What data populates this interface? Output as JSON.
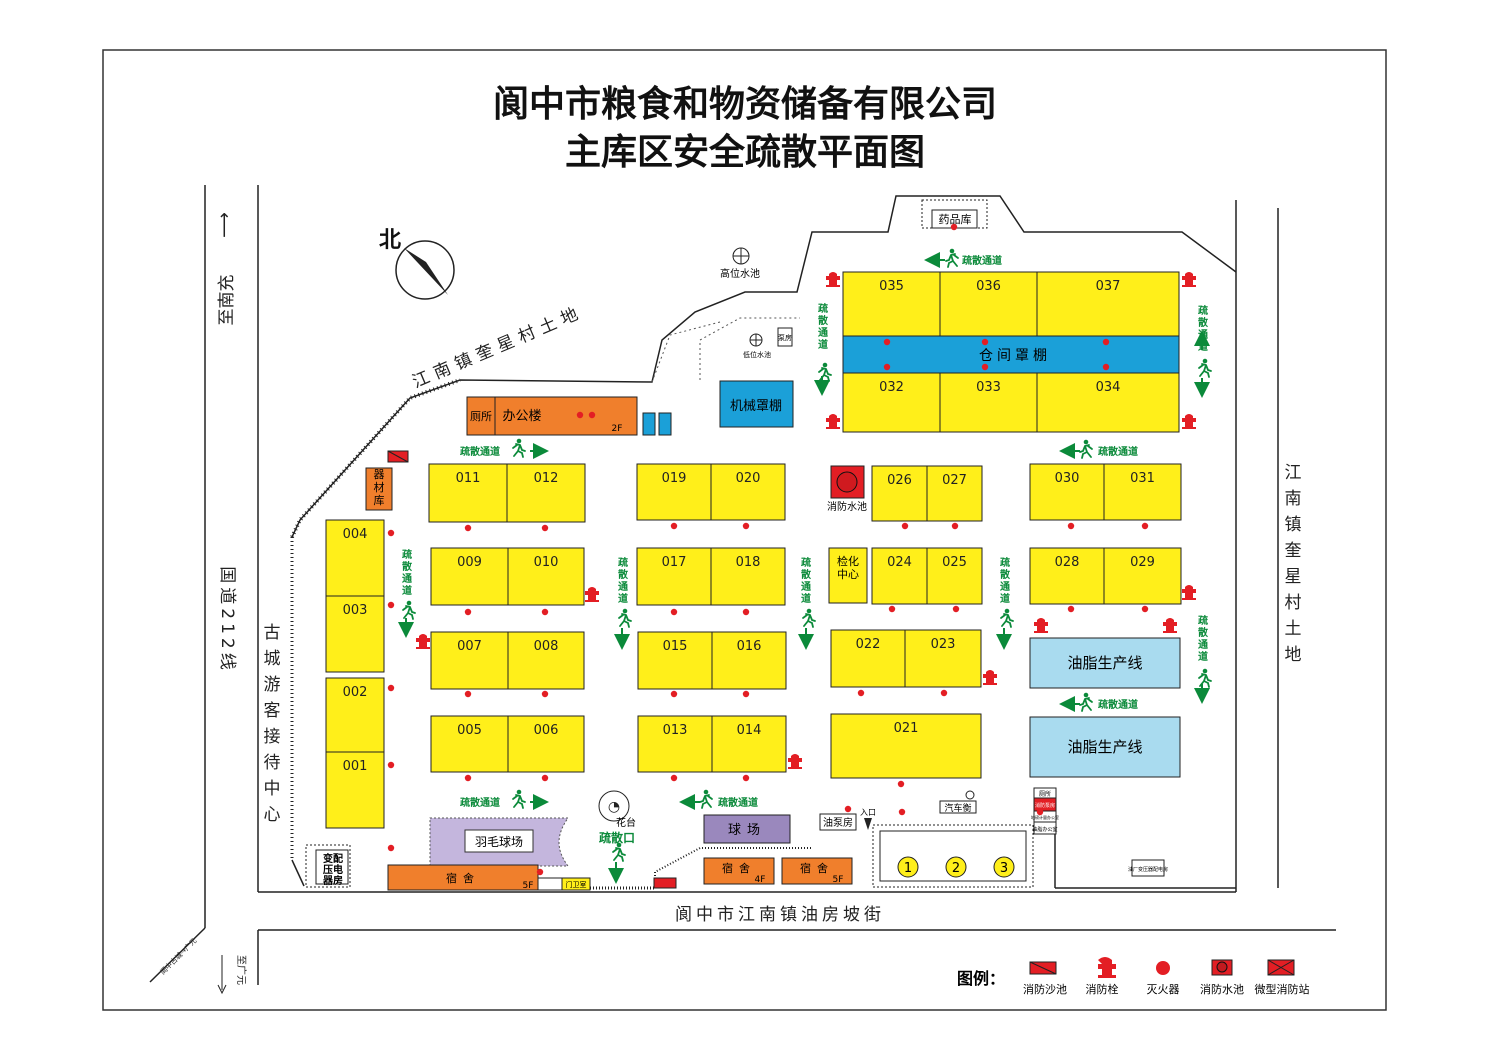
{
  "title": {
    "line1": "阆中市粮食和物资储备有限公司",
    "line2": "主库区安全疏散平面图"
  },
  "compass": {
    "label": "北"
  },
  "roads": {
    "left_vertical": "至南充",
    "left_vertical_arrow": "⟶",
    "national_road": "国道212线",
    "diagonal_land": "江南镇奎星村土地",
    "right_land": "江南镇奎星村土地",
    "tourist_center": "古城游客接待中心",
    "bottom_street": "阆中市江南镇油房坡街",
    "to_guangyuan": "至广元",
    "small_sign": "阆中古城⇢广元"
  },
  "warehouses": [
    "001",
    "002",
    "003",
    "004",
    "005",
    "006",
    "007",
    "008",
    "009",
    "010",
    "011",
    "012",
    "013",
    "014",
    "015",
    "016",
    "017",
    "018",
    "019",
    "020",
    "021",
    "022",
    "023",
    "024",
    "025",
    "026",
    "027",
    "028",
    "029",
    "030",
    "031",
    "032",
    "033",
    "034",
    "035",
    "036",
    "037"
  ],
  "buildings": {
    "office": "办公楼",
    "toilet": "厕所",
    "office_floor": "2F",
    "machine_shed": "机械罩棚",
    "warehouse_shed": "仓间罩棚",
    "equipment_store": "器材库",
    "pharmacy": "药品库",
    "high_pool": "高位水池",
    "low_pool": "低位水池",
    "pump_small": "泵房",
    "fire_pool": "消防水池",
    "lab_center": "检化中心",
    "oil_line_1": "油脂生产线",
    "oil_line_2": "油脂生产线",
    "badminton": "羽毛球场",
    "ball_court": "球场",
    "dorm_1": "宿舍",
    "dorm_1_floor": "5F",
    "dorm_2": "宿舍",
    "dorm_2_floor": "4F",
    "dorm_3": "宿舍",
    "dorm_3_floor": "5F",
    "gate_room": "门卫室",
    "transformer": "变配压电器房",
    "oil_pump": "油泵房",
    "flower_bed": "花台",
    "entrance": "入口",
    "weighbridge": "汽车衡",
    "tank_1": "1",
    "tank_2": "2",
    "tank_3": "3",
    "small_1": "厕所",
    "small_2": "消防泵房",
    "small_3": "地磅计量办公室",
    "small_4": "油脂办公室",
    "small_5": "油厂变压器配电房"
  },
  "evacuation": {
    "route": "疏散通道",
    "exit": "疏散口"
  },
  "legend": {
    "heading": "图例：",
    "items": [
      "消防沙池",
      "消防栓",
      "灭火器",
      "消防水池",
      "微型消防站"
    ]
  },
  "colors": {
    "warehouse": "#ffef1a",
    "office": "#f07f2c",
    "shed": "#1ba0d8",
    "oil_line": "#a9dbef",
    "court": "#c4b6dd",
    "ball": "#9a88bd",
    "evac": "#0b8a3a",
    "fire": "#e31e24"
  }
}
